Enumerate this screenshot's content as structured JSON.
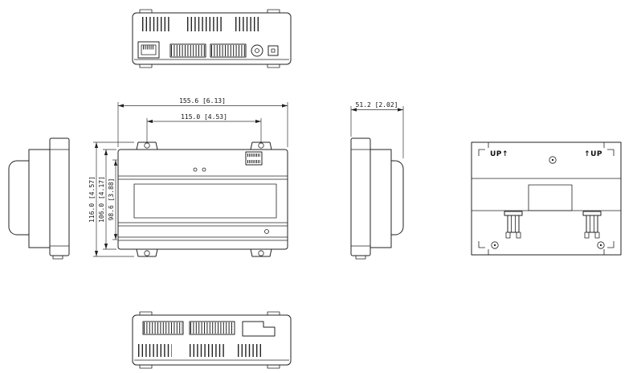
{
  "dimensions": {
    "overall_width": "155.6 [6.13]",
    "mounting_hole_spacing": "115.0 [4.53]",
    "overall_height": "116.0 [4.57]",
    "body_height": "106.0 [4.17]",
    "inner_height": "98.6 [3.88]",
    "depth": "51.2 [2.02]"
  },
  "labels": {
    "up_left": "UP↑",
    "up_right": "↑UP"
  }
}
